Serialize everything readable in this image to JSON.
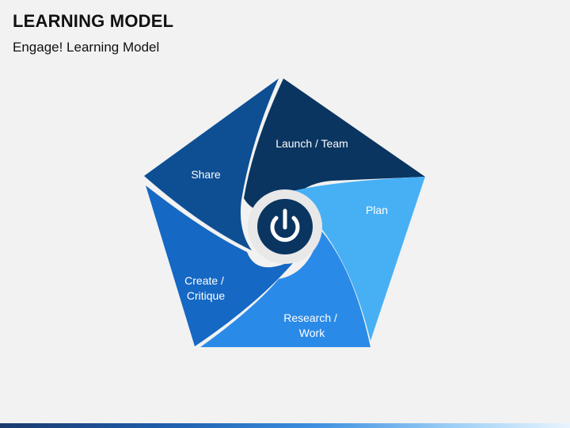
{
  "header": {
    "title": "LEARNING MODEL",
    "subtitle": "Engage! Learning Model"
  },
  "diagram": {
    "segments": [
      {
        "name": "launch-team",
        "lines": [
          "Launch / Team"
        ],
        "color": "#0a3560"
      },
      {
        "name": "plan",
        "lines": [
          "Plan"
        ],
        "color": "#47b0f5"
      },
      {
        "name": "research-work",
        "lines": [
          "Research /",
          "Work"
        ],
        "color": "#2a8ae8"
      },
      {
        "name": "create-critique",
        "lines": [
          "Create /",
          "Critique"
        ],
        "color": "#1568c4"
      },
      {
        "name": "share",
        "lines": [
          "Share"
        ],
        "color": "#0e4f94"
      }
    ],
    "center_icon": "power-icon",
    "colors": {
      "center_ring": "#e8e8e8",
      "center_disc": "#0a3560",
      "icon": "#ffffff"
    }
  }
}
